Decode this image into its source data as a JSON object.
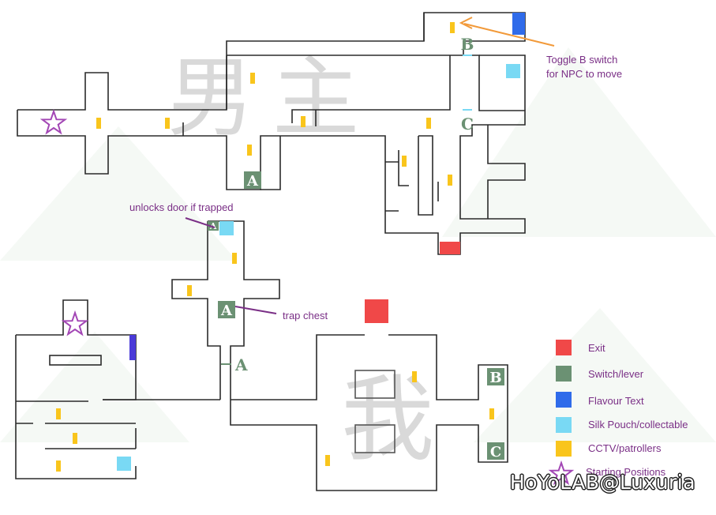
{
  "colors": {
    "wall": "#2b2b2b",
    "exit": "#f04848",
    "switch": "#6b9173",
    "flavour": "#2f6bea",
    "silk": "#79d9f4",
    "cctv": "#f9c51c",
    "start": "#a347b5",
    "watermark_glyph": "#d9d9d9"
  },
  "background_glyphs": [
    "男",
    "主",
    "我"
  ],
  "switch_labels": {
    "a": "A",
    "b": "B",
    "c": "C"
  },
  "annotations": {
    "toggle_b_line1": "Toggle B switch",
    "toggle_b_line2": "for NPC to move",
    "unlocks_door": "unlocks door if trapped",
    "trap_chest": "trap chest"
  },
  "legend": [
    {
      "key": "exit",
      "label": "Exit",
      "icon": "red-square"
    },
    {
      "key": "switch",
      "label": "Switch/lever",
      "icon": "green-square"
    },
    {
      "key": "flavour",
      "label": "Flavour Text",
      "icon": "blue-square"
    },
    {
      "key": "silk",
      "label": "Silk Pouch/collectable",
      "icon": "light-blue-square"
    },
    {
      "key": "cctv",
      "label": "CCTV/patrollers",
      "icon": "yellow-square"
    },
    {
      "key": "start",
      "label": "Starting Positions",
      "icon": "purple-star"
    }
  ],
  "watermark": "HoYoLAB@Luxuria"
}
